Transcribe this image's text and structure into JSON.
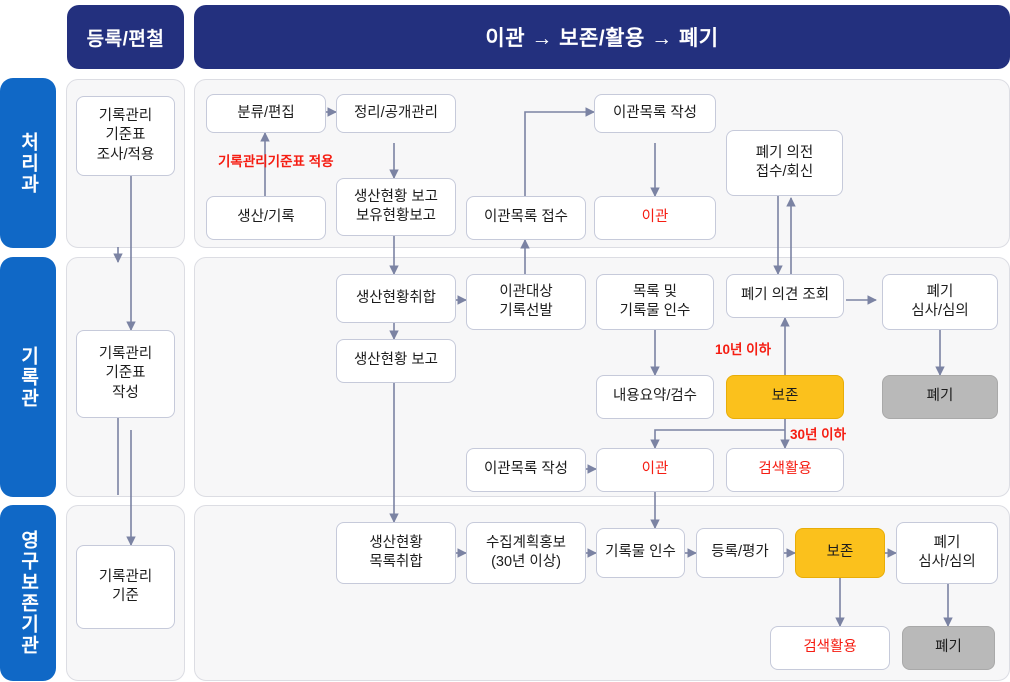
{
  "headers": {
    "register": "등록/편철",
    "flow": "이관 → 보존/활용 → 폐기"
  },
  "lanes": [
    {
      "id": "lane-processing",
      "label": "처리과"
    },
    {
      "id": "lane-archive",
      "label": "기록관"
    },
    {
      "id": "lane-permanent",
      "label": "영구보존기관"
    }
  ],
  "register_column": [
    {
      "id": "reg-r1",
      "label": "기록관리\n기준표\n조사/적용"
    },
    {
      "id": "reg-r2",
      "label": "기록관리\n기준표\n작성"
    },
    {
      "id": "reg-r3",
      "label": "기록관리\n기준"
    }
  ],
  "row1": {
    "nodes": [
      {
        "id": "r1-bunryu",
        "label": "분류/편집"
      },
      {
        "id": "r1-jeongri",
        "label": "정리/공개관리"
      },
      {
        "id": "r1-saengsan",
        "label": "생산/기록"
      },
      {
        "id": "r1-boyu",
        "label": "생산현황 보고\n보유현황보고"
      },
      {
        "id": "r1-igwanjeopsu",
        "label": "이관목록 접수"
      },
      {
        "id": "r1-igwanmokrok",
        "label": "이관목록 작성"
      },
      {
        "id": "r1-igwan",
        "label": "이관",
        "style": "red"
      },
      {
        "id": "r1-pyegiuijeon",
        "label": "폐기 의전\n접수/회신"
      }
    ],
    "notes": [
      {
        "id": "note-giroktable",
        "label": "기록관리기준표 적용"
      }
    ]
  },
  "row2": {
    "nodes": [
      {
        "id": "r2-chwihap",
        "label": "생산현황취합"
      },
      {
        "id": "r2-bogo",
        "label": "생산현황 보고"
      },
      {
        "id": "r2-seonbal",
        "label": "이관대상\n기록선발"
      },
      {
        "id": "r2-insu",
        "label": "목록 및\n기록물 인수"
      },
      {
        "id": "r2-johoe",
        "label": "폐기 의견 조회"
      },
      {
        "id": "r2-simsa",
        "label": "폐기\n심사/심의"
      },
      {
        "id": "r2-yoyak",
        "label": "내용요약/검수"
      },
      {
        "id": "r2-bojon",
        "label": "보존",
        "style": "amber"
      },
      {
        "id": "r2-pyegi",
        "label": "폐기",
        "style": "grey"
      },
      {
        "id": "r2-mokrok",
        "label": "이관목록 작성"
      },
      {
        "id": "r2-igwan",
        "label": "이관",
        "style": "red"
      },
      {
        "id": "r2-geomsaek",
        "label": "검색활용",
        "style": "red"
      }
    ],
    "notes": [
      {
        "id": "note-10years",
        "label": "10년 이하"
      },
      {
        "id": "note-30years",
        "label": "30년 이하"
      }
    ]
  },
  "row3": {
    "nodes": [
      {
        "id": "r3-chwihap",
        "label": "생산현황\n목록취합"
      },
      {
        "id": "r3-sujip",
        "label": "수집계획홍보\n(30년 이상)"
      },
      {
        "id": "r3-insu",
        "label": "기록물 인수"
      },
      {
        "id": "r3-deungrok",
        "label": "등록/평가"
      },
      {
        "id": "r3-bojon",
        "label": "보존",
        "style": "amber"
      },
      {
        "id": "r3-simsa",
        "label": "폐기\n심사/심의"
      },
      {
        "id": "r3-geomsaek",
        "label": "검색활용",
        "style": "red"
      },
      {
        "id": "r3-pyegi",
        "label": "폐기",
        "style": "grey"
      }
    ]
  },
  "colors": {
    "header_navy": "#23307e",
    "lane_blue": "#1068c6",
    "panel_bg": "#f7f7f8",
    "node_border": "#c6cada",
    "accent_red": "#f51d12",
    "accent_amber": "#fbc11c",
    "accent_grey": "#b9b9b9",
    "connector": "#7b83a3"
  }
}
